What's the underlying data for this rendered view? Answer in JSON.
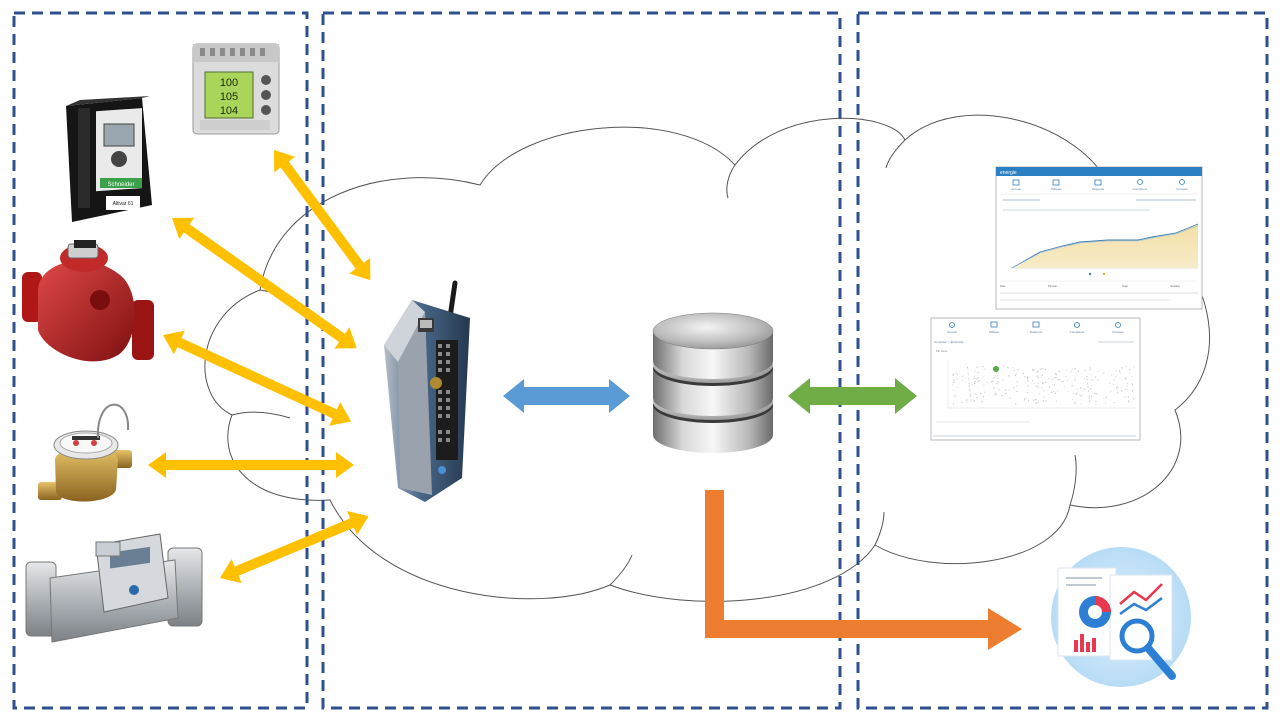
{
  "zones": [
    {
      "id": "field-devices",
      "label": ""
    },
    {
      "id": "cloud-gateway-database",
      "label": ""
    },
    {
      "id": "reporting",
      "label": ""
    }
  ],
  "devices": {
    "power_meter_display": [
      "100",
      "105",
      "104"
    ],
    "drive_brand": "Schneider",
    "drive_model": "Altivar 61"
  },
  "dashboard": {
    "brand": "energie",
    "nav": [
      "Accueil",
      "Tableau",
      "Rapports",
      "Compteurs",
      "Groupes"
    ],
    "footer_cols": [
      "Date",
      "Période",
      "Total",
      "Variation"
    ]
  },
  "scatter_panel": {
    "title": "Compteur > Électricité",
    "subtitle": "Par heure",
    "nav": [
      "Accueil",
      "Tableau",
      "Rapports",
      "Compteurs",
      "Groupes"
    ]
  },
  "colors": {
    "field_arrows": "#FFC000",
    "gateway_db_arrow": "#5B9BD5",
    "db_dashboard_arrow": "#70AD47",
    "db_report_arrow": "#ED7D31",
    "zone_border": "#2F4F8F",
    "cloud_stroke": "#555555"
  },
  "icons": {
    "gateway": "iot-gateway-device",
    "database": "database-icon",
    "report": "report-analytics-icon"
  }
}
